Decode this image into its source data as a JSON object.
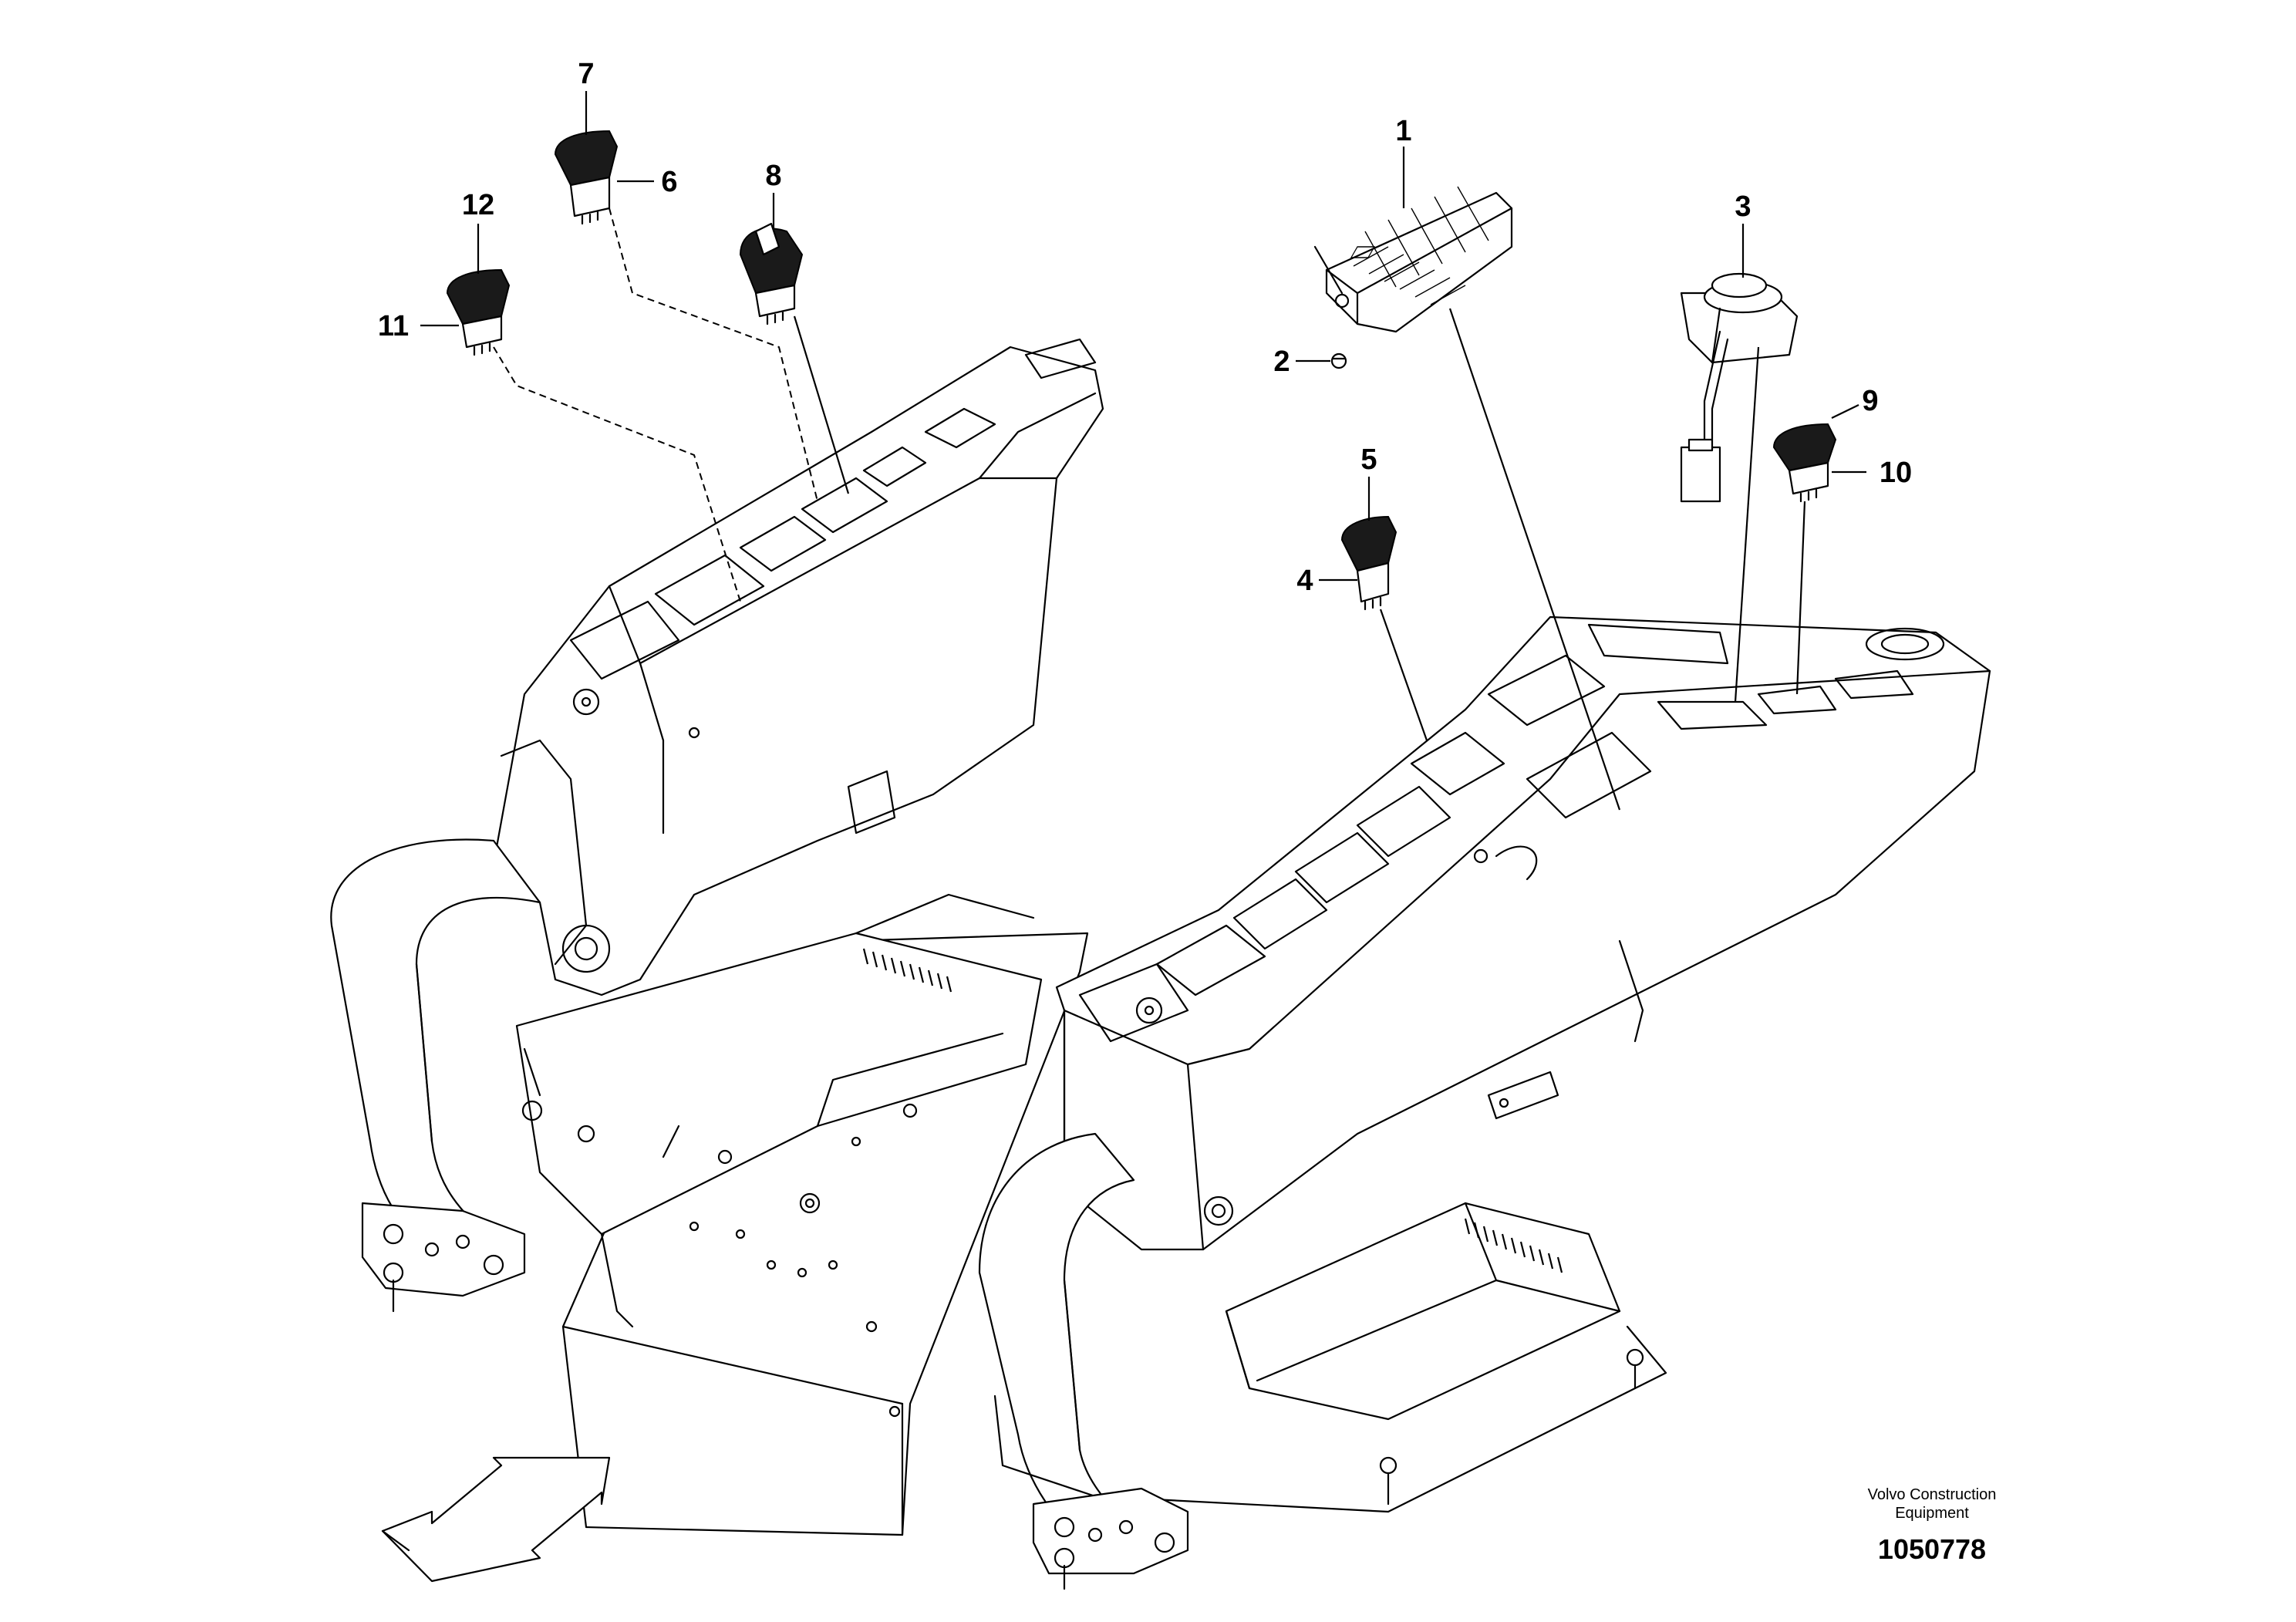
{
  "diagram": {
    "callouts": [
      "1",
      "2",
      "3",
      "4",
      "5",
      "6",
      "7",
      "8",
      "9",
      "10",
      "11",
      "12"
    ]
  },
  "footer": {
    "brand_line1": "Volvo Construction",
    "brand_line2": "Equipment",
    "document_number": "1050778"
  },
  "icons": {
    "arrow": "direction-arrow-icon"
  },
  "colors": {
    "line": "#000000",
    "background": "#ffffff",
    "switch_fill": "#1a1a1a"
  }
}
